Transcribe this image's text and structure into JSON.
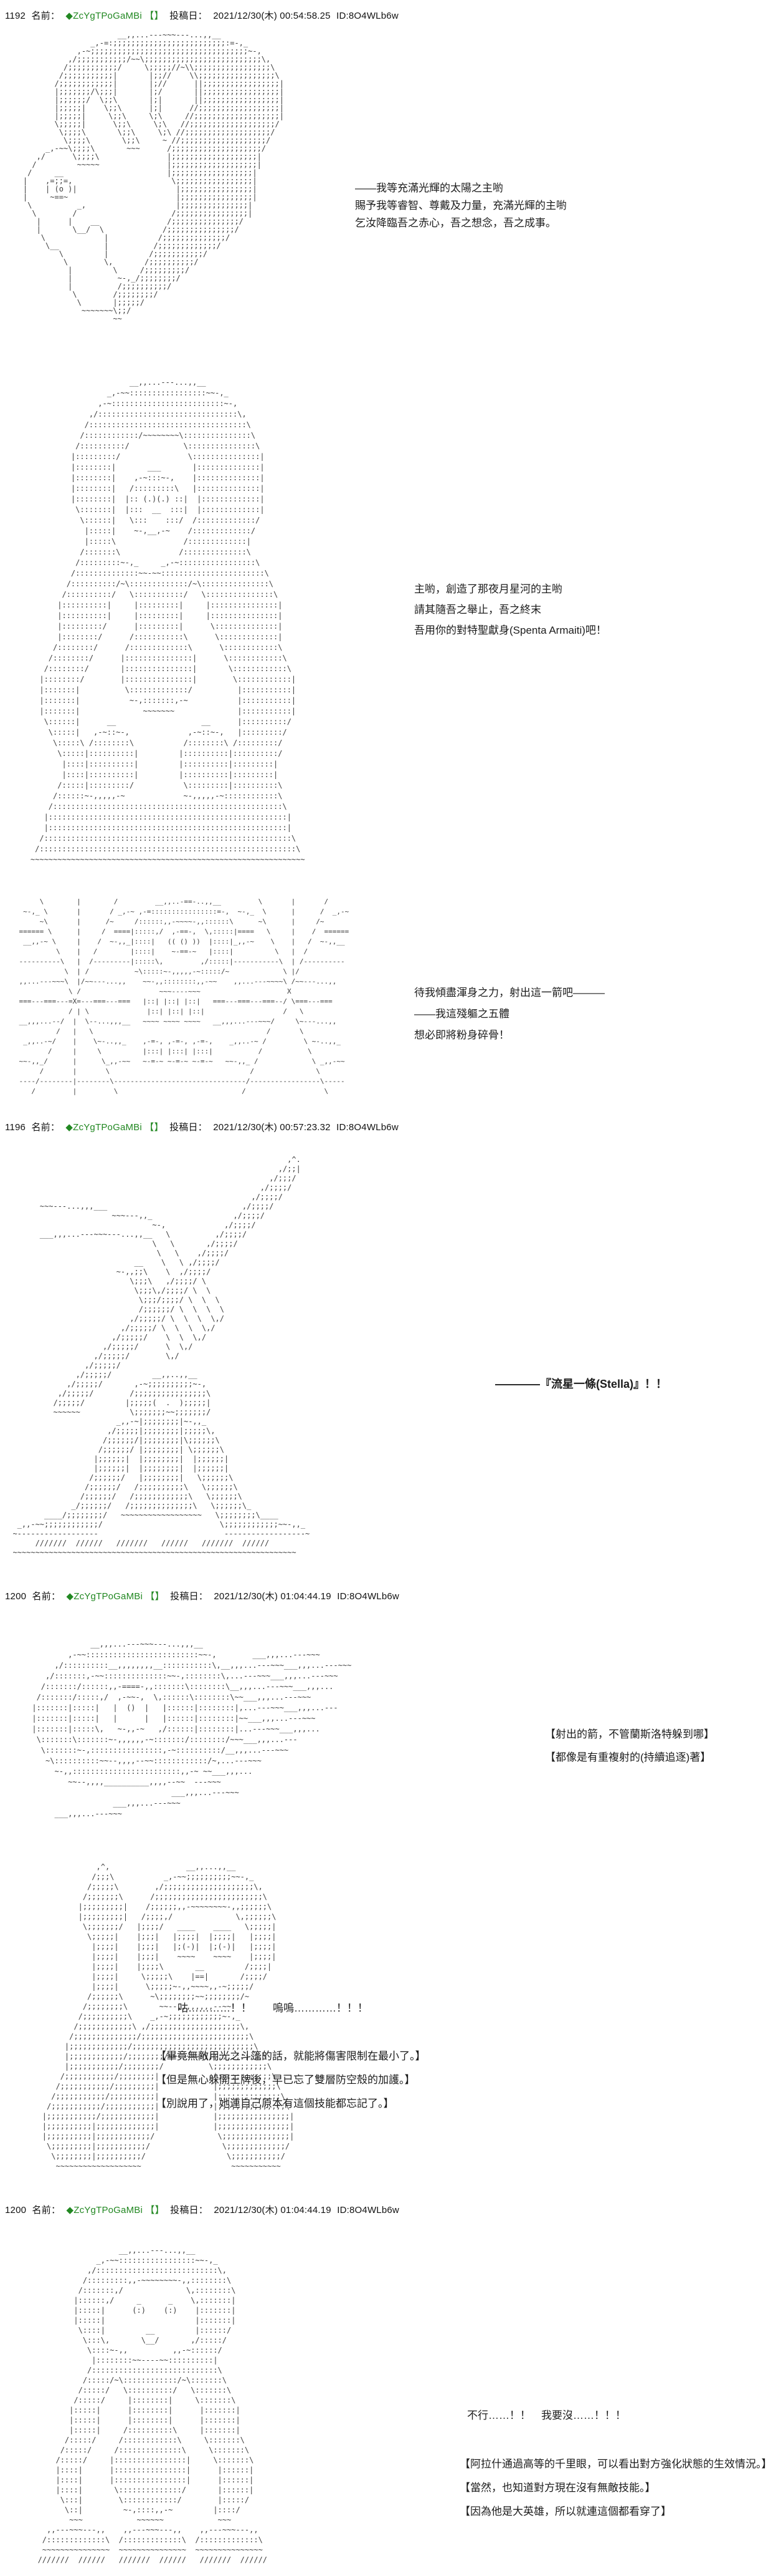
{
  "page": {
    "background": "#ffffff",
    "text_color": "#1c1c1c",
    "aa_color": "#3d3d3d"
  },
  "posts": [
    {
      "header": {
        "number": "1192",
        "name_label": "名前：",
        "tripcode": "◆ZcYgTPoGaMBi 【】",
        "date_label": "投稿日：",
        "datetime": "2021/12/30(木) 00:54:58.25",
        "id": "ID:8O4WLb6w"
      },
      "aa": [
        [
          "                         __,,...---~~~---...,,__",
          "                   _,-=:;;;;;;;;;;;;;;;;;;;;;;;;;:=-,_",
          "                ,-~;;;;;;;;;;;;;;;;;;;;;;;;;;;;;;;;;;;~-,",
          "              ,/;;;;;;;;;;;/~~\\;;;;;;;;;;;;;;;;;;;;;;;;;;\\,",
          "             /;;;;;;;;;;;/     \\;;;;;//~\\\\;;;;;;;;;;;;;;;;;\\",
          "            /;;;;;;;;;;;|       |;;//    \\\\;;;;;;;;;;;;;;;;;\\",
          "           /;;;;;;;;;;;;|       |;//      ||;;;;;;;;;;;;;;;;;|",
          "           |;;;;;;;/\\;;;|       |;/       ||;;;;;;;;;;;;;;;;;|",
          "           |;;;;;;/  \\;;\\       |;|       ||;;;;;;;;;;;;;;;;;|",
          "           |;;;;;|    \\;;\\      |;|      //;;;;;;;;;;;;;;;;;;|",
          "           |;;;;;|     \\;;\\     \\;\\     //;;;;;;;;;;;;;;;;;;;|",
          "           \\;;;;;|      \\;;\\     \\;\\   //;;;;;;;;;;;;;;;;;;;/",
          "            \\;;;;\\       \\;;\\     \\;\\ //;;;;;;;;;;;;;;;;;;;/",
          "             \\;;;;\\       \\;;\\     ~ //;;;;;;;;;;;;;;;;;;;/",
          "         _,-~~\\;;;;\\       ~~~      /;;;;;;;;;;;;;;;;;;;;/",
          "       ,/      \\;;;;\\               |;;;;;;;;;;;;;;;;;;;|",
          "      /         ~~~~~               |;;;;;;;;;;;;;;;;;;;|",
          "     /     __                       |;;;;;;;;;;;;;;;;;;|",
          "    |    ,=;;=,                      \\;;;;;;;;;;;;;;;;;|",
          "    |    | (o )|                      |;;;;;;;;;;;;;;;;|",
          "    |     ~==~                        |;;;;;;;;;;;;;;;;|",
          "     \\          _,                    |;;;;;;;;;;;;;;;|",
          "      \\        /                     /;;;;;;;;;;;;;;;;|",
          "       |      |    __               /;;;;;;;;;;;;;;;/",
          "       |       \\__/  \\             /;;;;;;;;;;;;;;;/",
          "        \\             |           /;;;;;;;;;;;;;;/",
          "         \\__          |          /;;;;;;;;;;;;;/",
          "            \\         |         /;;;;;;;;;;;/",
          "             \\        \\,       /;;;;;;;;;;/",
          "              |         \\     /;;;;;;;;;/",
          "              |          ~-,_/;;;;;;;;/",
          "              |          /;;;;;;;;;;/",
          "               \\        /;;;;;;;;/",
          "                \\       |;;;;;/",
          "                 ~~~~~~~\\;;/",
          "                        ~~"
        ],
        [
          "                          __,,...---...,,__",
          "                     _,-~~:::::::::::::::::~~-,_",
          "                   ,-~:::::::::::::::::::::::::~-,",
          "                 ,/:::::::::::::::::::::::::::::::\\,",
          "                /:::::::::::::::::::::::::::::::::::\\",
          "               /::::::::::::/~~~~~~~~\\:::::::::::::::\\",
          "              /::::::::::/            \\:::::::::::::::\\",
          "             |:::::::::/               \\:::::::::::::::|",
          "             |::::::::|       ___       |::::::::::::::|",
          "             |::::::::|    ,-~:::~-,    |::::::::::::::|",
          "             |::::::::|   /:::::::::\\   |::::::::::::::|",
          "             |::::::::|  |:: (.)(.) ::|  |:::::::::::::|",
          "              \\:::::::|  |:::  __  :::|  |:::::::::::::|",
          "               \\::::::|   \\:::    :::/  /:::::::::::::/",
          "                |:::::|    ~-,__,-~    /:::::::::::::/",
          "                |:::::\\               /:::::::::::::|",
          "               /:::::::\\             /::::::::::::::\\",
          "              /:::::::::~-,_     _,-~:::::::::::::::::\\",
          "             /::::::::::::::~~-~~:::::::::::::::::::::::\\",
          "            /::::::::::/~\\:::::::::::::/~\\:::::::::::::::\\",
          "           /::::::::::/   \\:::::::::::/   \\:::::::::::::::\\",
          "          |::::::::::|     |:::::::::|     |:::::::::::::::|",
          "          |::::::::::|     |:::::::::|     |:::::::::::::::|",
          "          |:::::::::/      |:::::::::|      \\::::::::::::::|",
          "          |::::::::/      /:::::::::::\\      \\:::::::::::::|",
          "         /::::::::/      /:::::::::::::\\      \\::::::::::::\\",
          "        /::::::::/      |:::::::::::::::|      \\::::::::::::\\",
          "       /::::::::/       |:::::::::::::::|       \\::::::::::::\\",
          "      |::::::::/        |:::::::::::::::|        \\::::::::::::|",
          "      |:::::::|          \\:::::::::::::/          |:::::::::::|",
          "      |:::::::|           ~-,:::::::,-~           |:::::::::::|",
          "      |:::::::|              ~~~~~~~              |:::::::::::|",
          "       \\::::::|      __                   __      |::::::::::/",
          "        \\:::::|   ,-~::~-,             ,-~::~-,   |:::::::::/",
          "         \\:::::\\ /::::::::\\           /::::::::\\ /:::::::::/",
          "          \\:::::|::::::::::|         |::::::::::|::::::::::/",
          "           |::::|::::::::::|         |::::::::::|:::::::::|",
          "           |::::|::::::::::|         |::::::::::|:::::::::|",
          "          /:::::|:::::::::/           \\:::::::::|::::::::::\\",
          "         /::::::~-,,,,,-~             ~-,,,,,-~::::::::::::\\",
          "        /:::::::::::::::::::::::::::::::::::::::::::::::::::\\",
          "       |:::::::::::::::::::::::::::::::::::::::::::::::::::::|",
          "       |:::::::::::::::::::::::::::::::::::::::::::::::::::::|",
          "      /:::::::::::::::::::::::::::::::::::::::::::::::::::::::\\",
          "     /:::::::::::::::::::::::::::::::::::::::::::::::::::::::::\\",
          "    ~~~~~~~~~~~~~~~~~~~~~~~~~~~~~~~~~~~~~~~~~~~~~~~~~~~~~~~~~~~~~"
        ],
        [
          "         \\        |        /         __,,..-==-..,,__         \\       |       /",
          "     ~-,_ \\       |       / _,-~ ,-=::::::::::::::::=-,  ~-,_  \\      |      /  _,-~",
          "         ~\\       |      /~     /::::::,,-~~~~-,,::::::\\      ~\\      |     /~",
          "    ====== \\      |     /  ====|:::::,/  ,-==-,  \\,:::::|====   \\     |    /  ======",
          "     __,,-~ \\     |    /  ~-,,_|::::|   (( () ))  |::::|_,,-~    \\    |   /  ~-,,__",
          "             \\    |   /        |::::|    ~-==-~   |::::|          \\   |  /",
          "    ----------\\   |  /---------|:::::\\,         ,/:::::|-----------\\  | /----------",
          "               \\  | /           ~\\:::::~-,,,,,-~:::::/~             \\ |/",
          "    ,,...---~~~\\  |/~~---...,,    ~~-,,::::::::,,-~~    ,,...---~~~~\\ /~~---...,,",
          "                \\ /                   ~~~----~~~                     X",
          "    ===---===---=X=---===---===   |::| |::| |::|   ===---===---===--/ \\===---===",
          "                / | \\              |::| |::| |::|                   /   \\",
          "    __,,,...--/  |  \\--...,,,__   ~~~~ ~~~~ ~~~~   __,,,...---~~~/     \\~---...,,",
          "             /   |   \\                                          /       \\",
          "     _,,..-~/    |    \\~-..,,_    ,-=-, ,-=-, ,-=-,    _,,..-~ /         \\ ~-..,,_",
          "           /     |     \\          |:::| |:::| |:::|           /           \\",
          "    ~~-,,_/      |      \\_,,-~~   ~-=-~ ~-=-~ ~-=-~   ~~-,,_ /             \\ _,,-~~",
          "         /       |       \\                                  /               \\",
          "    ----/--------|--------\\--------------------------------/-----------------\\-----",
          "       /         |         \\                              /                   \\"
        ]
      ],
      "dialogs": [
        [
          "――我等充滿光輝的太陽之主喲",
          "賜予我等睿智、尊戴及力量，充滿光輝的主喲",
          "乞汝降臨吾之赤心，吾之想念，吾之成事。"
        ],
        [
          "主喲，創造了那夜月星河的主喲",
          "請其隨吾之舉止，吾之終末",
          "吾用你的對特聖獻身(Spenta Armaiti)吧！"
        ],
        [
          "待我傾盡渾身之力，射出這一箭吧———",
          "——我這殘軀之五體",
          "想必即將粉身碎骨！"
        ]
      ]
    },
    {
      "header": {
        "number": "1196",
        "name_label": "名前：",
        "tripcode": "◆ZcYgTPoGaMBi 【】",
        "date_label": "投稿日：",
        "datetime": "2021/12/30(木) 00:57:23.32",
        "id": "ID:8O4WLb6w"
      },
      "aa": [
        [
          "                                                               ,^.",
          "                                                             ,/;;|",
          "                                                           ,/;;;/",
          "                                                         ,/;;;;/",
          "                                                       ,/;;;;/",
          "        ~~~---...,,,___                              ,/;;;;/",
          "                        ~~~---,,_                  ,/;;;;/",
          "                                 ~-,             ,/;;;;/",
          "        ___,,,...---~~~---...,,__   \\          ,/;;;;/",
          "                                 \\   \\       ,/;;;;/",
          "                                  \\   \\    ,/;;;;/",
          "                             __    \\   \\ ,/;;;;/",
          "                         ~-,,;;\\    \\  ,/;;;;/",
          "                            \\;;;\\   ,/;;;;/ \\",
          "                             \\;;;\\,/;;;;/ \\  \\",
          "                              \\;;;/;;;;/ \\  \\  \\",
          "                              /;;;;;;/ \\  \\  \\  \\",
          "                            ,/;;;;;/ \\  \\  \\  \\,/",
          "                          ,/;;;;;/ \\  \\  \\  \\,/",
          "                        ,/;;;;;/    \\  \\  \\,/",
          "                      ,/;;;;;/      \\  \\,/",
          "                    ,/;;;;;/        \\,/",
          "                  ,/;;;;;/",
          "                ,/;;;;;/         __,,..,,__",
          "              ,/;;;;;/       ,-~;;;;;;;;;;~-,",
          "            ,/;;;;;/        /;;;;;;;;;;;;;;;;\\",
          "           /;;;;;/         |;;;;;(  .  );;;;;|",
          "           ~~~~~~           \\;;;;;;;~~;;;;;;;/",
          "                         _,,-~|;;;;;;;;|~-,,_",
          "                       ,/;;;;;|;;;;;;;;|;;;;;\\,",
          "                      /;;;;;;/|;;;;;;;;|\\;;;;;;\\",
          "                     /;;;;;;/ |;;;;;;;;| \\;;;;;;\\",
          "                    |;;;;;;|  |;;;;;;;;|  |;;;;;;|",
          "                    |;;;;;;|  |;;;;;;;;|  |;;;;;;|",
          "                   /;;;;;;/   |;;;;;;;;|   \\;;;;;;\\",
          "                  /;;;;;;/   /;;;;;;;;;;\\   \\;;;;;;\\",
          "                 /;;;;;;/   /;;;;;;;;;;;;\\   \\;;;;;;\\",
          "               _/;;;;;;/   /;;;;;;;;;;;;;;\\   \\;;;;;;\\_",
          "         ____/;;;;;;;;/   ~~~~~~~~~~~~~~~~~~   \\;;;;;;;;\\____",
          "   _,,-~~;;;;;;;;;;;;/                          \\;;;;;;;;;;;;~~-,,_",
          "  ~------------------                            ------------------~",
          "       ///////  //////   ///////   //////   ///////  //////",
          "  ~~~~~~~~~~~~~~~~~~~~~~~~~~~~~~~~~~~~~~~~~~~~~~~~~~~~~~~~~~~~~~~"
        ]
      ],
      "dialogs": [
        [
          "————『流星一條(Stella)』！！"
        ]
      ]
    },
    {
      "header": {
        "number": "1200",
        "name_label": "名前：",
        "tripcode": "◆ZcYgTPoGaMBi 【】",
        "date_label": "投稿日：",
        "datetime": "2021/12/30(木) 01:04:44.19",
        "id": "ID:8O4WLb6w"
      },
      "aa": [
        [
          "                   __,,,...---~~~---...,,,__",
          "              ,-~~:::::::::::::::::::::::::~~-,        ___,,,...---~~~",
          "           ,/::::::::::__,,,,,,,,__:::::::::::\\,__,,,...---~~~___,,,...---~~~",
          "         ,/:::::::,-~~::::::::::::::~~-,::::::::\\,...---~~~___,,,...---~~~",
          "        /:::::::/::::::,,-====-,,:::::::\\::::::::\\__,,,...---~~~___,,,...",
          "       /:::::::/:::::,/  ,-~~-,  \\,::::::\\::::::::\\~~___,,,...---~~~",
          "      |:::::::|:::::|   |  ()  |   |::::::|::::::::|,...---~~~___,,,...---",
          "      |:::::::|:::::|   |      |   |::::::|::::::::|~~___,,,...---~~~",
          "      |:::::::|:::::\\,   ~-,,-~   ,/::::::|::::::::|...---~~~___,,,...",
          "       \\:::::::\\:::::::~-,,,,,,-~:::::::/::::::::/~~~___,,,...---",
          "        \\:::::::~-,::::::::::::::::,-~::::::::::/__,,,...---~~~",
          "         ~\\::::::::::~~--,,,,--~~::::::::::::/~,...---~~~",
          "           ~-,,::::::::::::::::::::::::,,-~ ~~___,,,...",
          "              ~~--,,,,__________,,,,--~~  ---~~~",
          "                                     ___,,,...---~~~",
          "                        ___,,,...---~~~",
          "           ___,,,...---~~~"
        ],
        [
          "                    ,^,                 __,,...,,__",
          "                   /;;;\\           _,-~~;;;;;;;;;;~~-,_",
          "                  /;;;;;\\        ,/;;;;;;;;;;;;;;;;;;;;\\,",
          "                 /;;;;;;;\\      /;;;;;;;;;;;;;;;;;;;;;;;;\\",
          "                |;;;;;;;;;|    /;;;;;;,,-~~~~~~~~-,,;;;;;;\\",
          "                |;;;;;;;;;|   /;;;;,/              \\,;;;;;;\\",
          "                 \\;;;;;;;/   |;;;;/   ____    ____   \\;;;;;|",
          "                  \\;;;;;|    |;;;|   |;;;;|  |;;;;|   |;;;;|",
          "                   |;;;;|    |;;;|   |;(-)|  |;(-)|   |;;;;|",
          "                   |;;;;|    |;;;|    ~~~~    ~~~~    |;;;;|",
          "                   |;;;;|    |;;;;\\       __         /;;;;|",
          "                   |;;;;|     \\;;;;;\\    |==|       /;;;;/",
          "                   |;;;;|      \\;;;;;~-,,~~~~,,-~;;;;;/",
          "                  /;;;;;;\\      ~\\;;;;;;;;~~;;;;;;;;/~",
          "                 /;;;;;;;;\\       ~~--,,,,,,,,--~~",
          "                /;;;;;;;;;;\\    _,-~;;;;;;;;;;;;~-,_",
          "               /;;;;;;;;;;;;\\ ,/;;;;;;;;;;;;;;;;;;;;\\,",
          "              /;;;;;;;;;;;;;;/;;;;;;;;;;;;;;;;;;;;;;;;\\",
          "             |;;;;;;;;;;;;;/;;;;;;;;;;;;;;;;;;;;;;;;;;;\\",
          "             |;;;;;;;;;;;;/;;;;;;;;/~~~~~~~~\\;;;;;;;;;;;;\\",
          "             |;;;;;;;;;;;/;;;;;;;;/          \\;;;;;;;;;;;;\\",
          "            /;;;;;;;;;;;/;;;;;;;;|            |;;;;;;;;;;;;\\",
          "           /;;;;;;;;;;;/;;;;;;;;;|            |;;;;;;;;;;;;;\\",
          "          /;;;;;;;;;;;/;;;;;;;;;;|            |;;;;;;;;;;;;;;\\",
          "         /;;;;;;;;;;;/;;;;;;;;;;;|            |;;;;;;;;;;;;;;;\\",
          "        |;;;;;;;;;;;/;;;;;;;;;;;;|            |;;;;;;;;;;;;;;;;|",
          "        |;;;;;;;;;;|;;;;;;;;;;;;;|            |;;;;;;;;;;;;;;;;|",
          "        |;;;;;;;;;;|;;;;;;;;;;;;/              \\;;;;;;;;;;;;;;;|",
          "         \\;;;;;;;;;|;;;;;;;;;;;/                \\;;;;;;;;;;;;;/",
          "          \\;;;;;;;;|;;;;;;;;;;/                  \\;;;;;;;;;;;/",
          "           ~~~~~~~~~~~~~~~~~~~                    ~~~~~~~~~~~"
        ]
      ],
      "dialogs": [
        [
          "【射出的箭，不管蘭斯洛特躲到哪】",
          "【都像是有重複射的(持續追逐)著】"
        ],
        [
          "咕…………！！　　嗚嗚…………！！！"
        ],
        [
          "【畢竟無敵用光之斗篷的話，就能將傷害限制在最小了。】",
          "【但是無心躲開王牌後，早已忘了雙層防空殼的加護。】",
          "【別說用了，她連自己原本有這個技能都忘記了。】"
        ]
      ]
    },
    {
      "header": {
        "number": "1200",
        "name_label": "名前：",
        "tripcode": "◆ZcYgTPoGaMBi 【】",
        "date_label": "投稿日：",
        "datetime": "2021/12/30(木) 01:04:44.19",
        "id": "ID:8O4WLb6w"
      },
      "aa": [
        [
          "                         __,,...---...,,__",
          "                    _,-~~:::::::::::::::::~~-,_",
          "                  ,/:::::::::::::::::::::::::::\\,",
          "                 /:::::::::,,-~~~~~~~~-,,::::::::\\",
          "                /:::::::,/              \\,::::::::\\",
          "               |::::::,/     _      _    \\,:::::::|",
          "               |:::::|      (:)    (:)    |:::::::|",
          "               |:::::|                    |:::::::|",
          "                \\::::|         __         |::::::/",
          "                 \\:::\\,       \\__/       ,/:::::/",
          "                  \\::::~-,,          ,,-~::::::/",
          "                   |::::::::~~----~~::::::::::|",
          "                  /::::::::::::::::::::::::::::\\",
          "                 /:::::/~\\::::::::::::/~\\:::::::\\",
          "                /:::::/   \\::::::::::/   \\:::::::\\",
          "               /:::::/     |::::::::|     \\:::::::\\",
          "              |:::::|      |::::::::|      |:::::::|",
          "              |:::::|      |::::::::|      |:::::::|",
          "              |:::::|     /::::::::::\\     |:::::::|",
          "             /:::::/     /::::::::::::\\     \\:::::::\\",
          "            /:::::/     /::::::::::::::\\     \\:::::::\\",
          "           /:::::/     |::::::::::::::::|     \\:::::::\\",
          "           |::::|      |::::::::::::::::|      |::::::|",
          "           |::::|      |::::::::::::::::|      |::::::|",
          "           |::::|       \\::::::::::::::/       |::::::|",
          "            \\:::|        \\::::::::::::/        |:::::/",
          "             \\::|         ~-,::::,,-~         |::::/",
          "              ~~~            ~~~~~~            ~~~",
          "         ,,---~~~---,,    ,,---~~~---,,    ,,---~~~---,,",
          "        /:::::::::::::\\  /:::::::::::::\\  /:::::::::::::\\",
          "        ~~~~~~~~~~~~~~~  ~~~~~~~~~~~~~~~  ~~~~~~~~~~~~~~~",
          "       ///////  //////   ///////  //////   ///////  //////"
        ]
      ],
      "dialogs": [
        [
          "不行……！！　我要沒……！！！"
        ],
        [
          "【阿拉什通過高等的千里眼，可以看出對方強化狀態的生效情況。】",
          "【當然，也知道對方現在沒有無敵技能。】",
          "【因為他是大英雄，所以就連這個都看穿了】"
        ]
      ]
    }
  ]
}
